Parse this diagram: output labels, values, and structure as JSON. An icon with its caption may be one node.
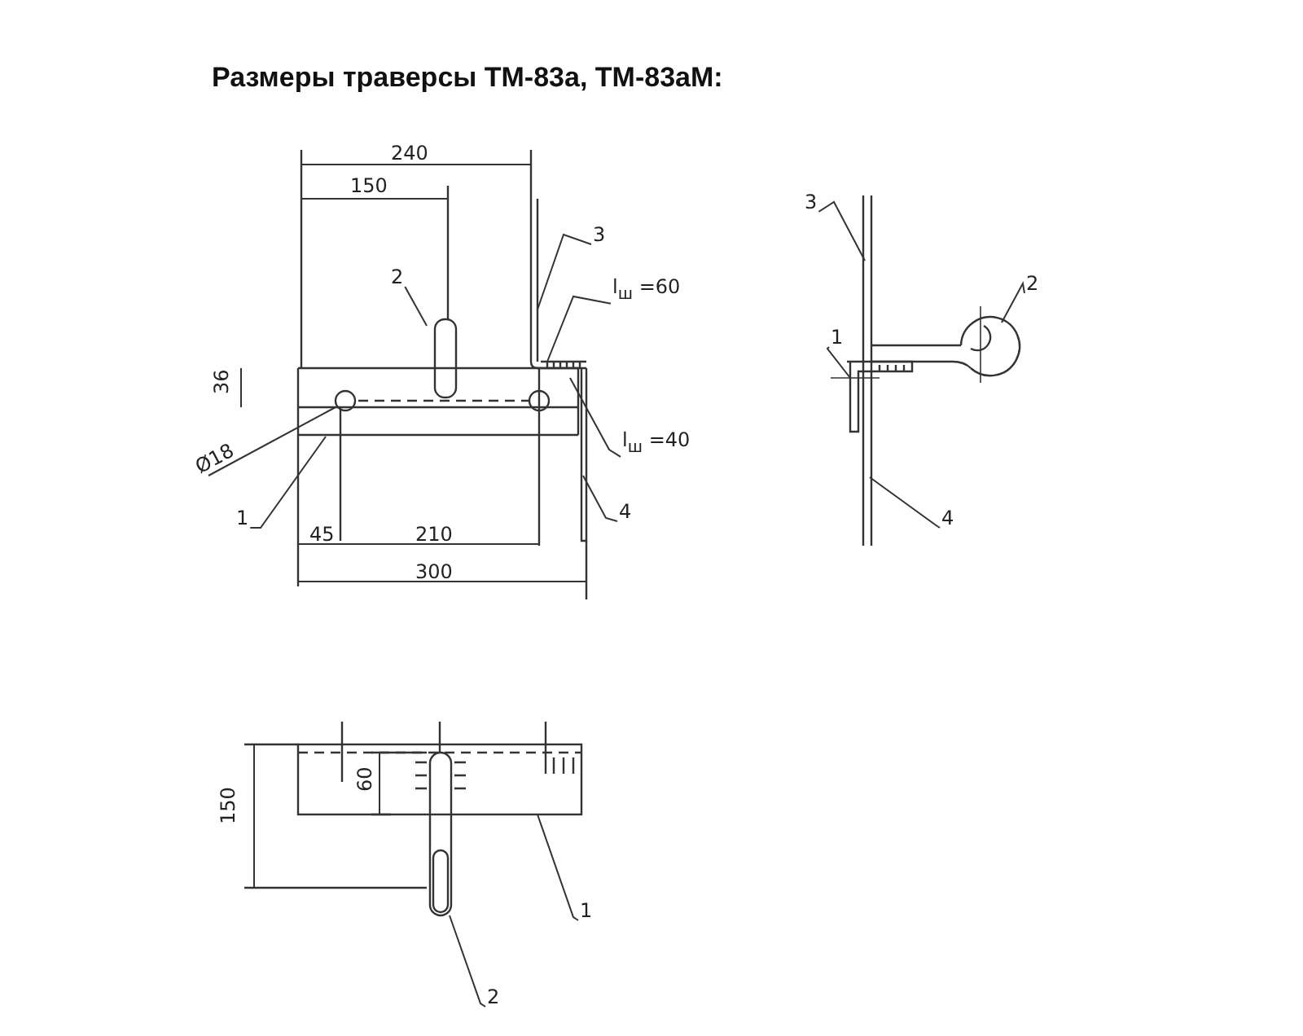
{
  "diagram": {
    "title": "Размеры траверсы ТМ-83а, ТМ-83аМ:",
    "nodes": [
      {
        "text": [
          "2"
        ]
      },
      {
        "text": [
          "3"
        ]
      },
      {
        "text": [
          "l$_{ш}$ =60"
        ]
      },
      {
        "text": [
          "1"
        ]
      },
      {
        "text": [
          "l$_{ш}$ =40"
        ]
      },
      {
        "text": [
          "4"
        ]
      },
      {
        "text": [
          "3"
        ]
      },
      {
        "text": [
          "2"
        ]
      },
      {
        "text": [
          "1"
        ]
      },
      {
        "text": [
          "4"
        ]
      },
      {
        "text": [
          "1"
        ]
      },
      {
        "text": [
          "2"
        ]
      },
      {
        "text": [],
        "shape": "box"
      },
      {
        "text": [],
        "shape": "bar"
      }
    ],
    "edges": [
      {
        "from": 0,
        "to": null,
        "arrow": "none"
      },
      {
        "from": 1,
        "to": null,
        "arrow": "none"
      },
      {
        "from": 2,
        "to": null,
        "arrow": "none"
      },
      {
        "from": 3,
        "to": null,
        "arrow": "none"
      },
      {
        "from": 4,
        "to": null,
        "arrow": "none"
      },
      {
        "from": 5,
        "to": null,
        "arrow": "none"
      },
      {
        "from": 6,
        "to": null,
        "arrow": "none"
      },
      {
        "from": 7,
        "to": null,
        "arrow": "none"
      },
      {
        "from": 8,
        "to": null,
        "arrow": "none"
      },
      {
        "from": 9,
        "to": null,
        "arrow": "none"
      },
      {
        "from": 10,
        "to": 12,
        "arrow": "none"
      },
      {
        "from": 11,
        "to": 13,
        "arrow": "none"
      }
    ],
    "labels": [
      "240",
      "150",
      "36",
      "Ø18",
      "45",
      "210",
      "300",
      "60",
      "150"
    ]
  }
}
